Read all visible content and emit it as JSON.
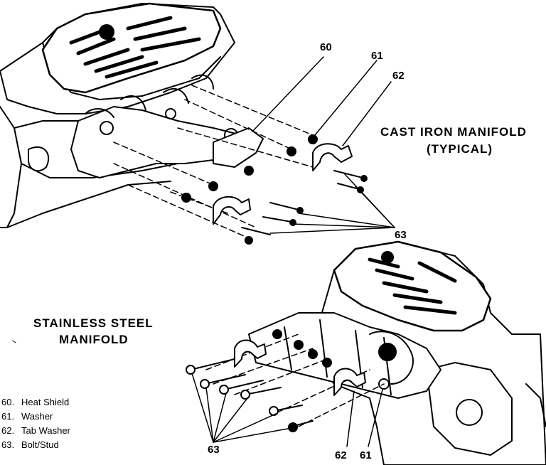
{
  "titles": {
    "cast_iron_line1": "CAST IRON MANIFOLD",
    "cast_iron_line2": "(TYPICAL)",
    "stainless_line1": "STAINLESS STEEL",
    "stainless_line2": "MANIFOLD"
  },
  "callouts": {
    "c60": "60",
    "c61_top": "61",
    "c62_top": "62",
    "c63_top": "63",
    "c63_bottom": "63",
    "c62_bottom": "62",
    "c61_bottom": "61"
  },
  "legend": [
    {
      "num": "60.",
      "label": "Heat Shield"
    },
    {
      "num": "61.",
      "label": "Washer"
    },
    {
      "num": "62.",
      "label": "Tab Washer"
    },
    {
      "num": "63.",
      "label": "Bolt/Stud"
    }
  ]
}
